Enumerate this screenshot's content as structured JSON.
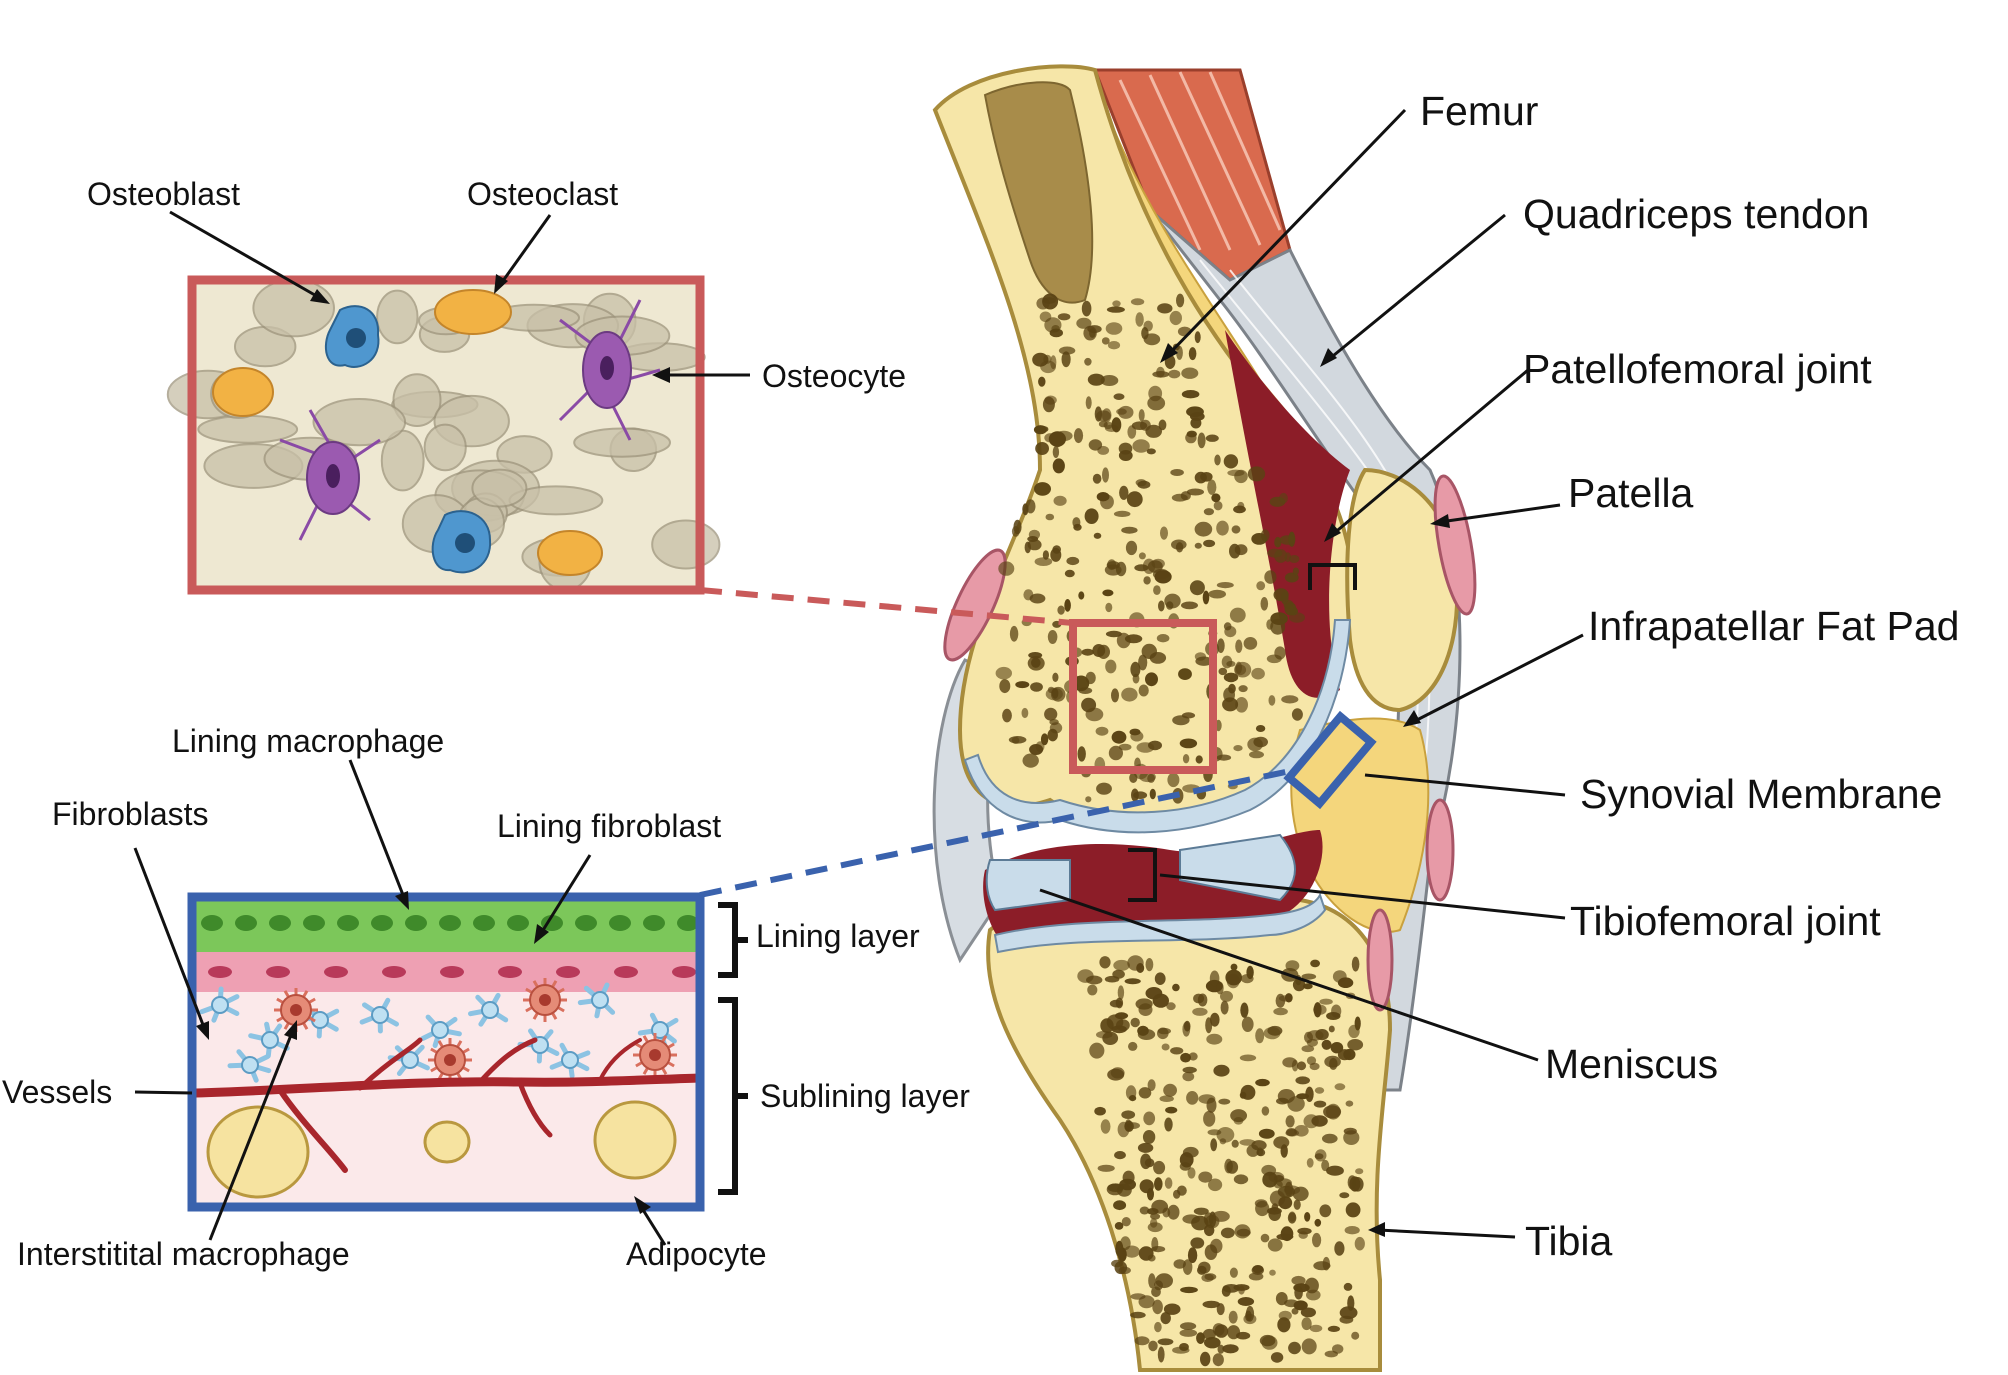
{
  "knee_labels": {
    "femur": "Femur",
    "quadriceps_tendon": "Quadriceps tendon",
    "patellofemoral_joint": "Patellofemoral joint",
    "patella": "Patella",
    "infrapatellar_fat_pad": "Infrapatellar Fat Pad",
    "synovial_membrane": "Synovial Membrane",
    "tibiofemoral_joint": "Tibiofemoral joint",
    "meniscus": "Meniscus",
    "tibia": "Tibia"
  },
  "bone_inset_labels": {
    "osteoblast": "Osteoblast",
    "osteoclast": "Osteoclast",
    "osteocyte": "Osteocyte"
  },
  "synovium_inset_labels": {
    "lining_macrophage": "Lining macrophage",
    "fibroblasts": "Fibroblasts",
    "lining_fibroblast": "Lining fibroblast",
    "lining_layer": "Lining layer",
    "sublining_layer": "Sublining layer",
    "vessels": "Vessels",
    "interstitial_macrophage": "Interstitital macrophage",
    "adipocyte": "Adipocyte"
  },
  "colors": {
    "bone_box": "#c95a5a",
    "synovium_box": "#3a62ad",
    "bone": "#f6e6a8",
    "marrow_pores": "#5a4314",
    "muscle": "#d96a4e",
    "joint_space": "#8c1d28",
    "cartilage": "#c9dcea",
    "lining_macrophage": "#7cc75a",
    "fibroblast": "#e07490",
    "interstitial_macrophage": "#e58b77",
    "vessel": "#a8262c",
    "adipocyte": "#f6e3a0",
    "osteoblast": "#4f97cf",
    "osteoclast": "#f2b244",
    "osteocyte": "#9b5ab0"
  }
}
